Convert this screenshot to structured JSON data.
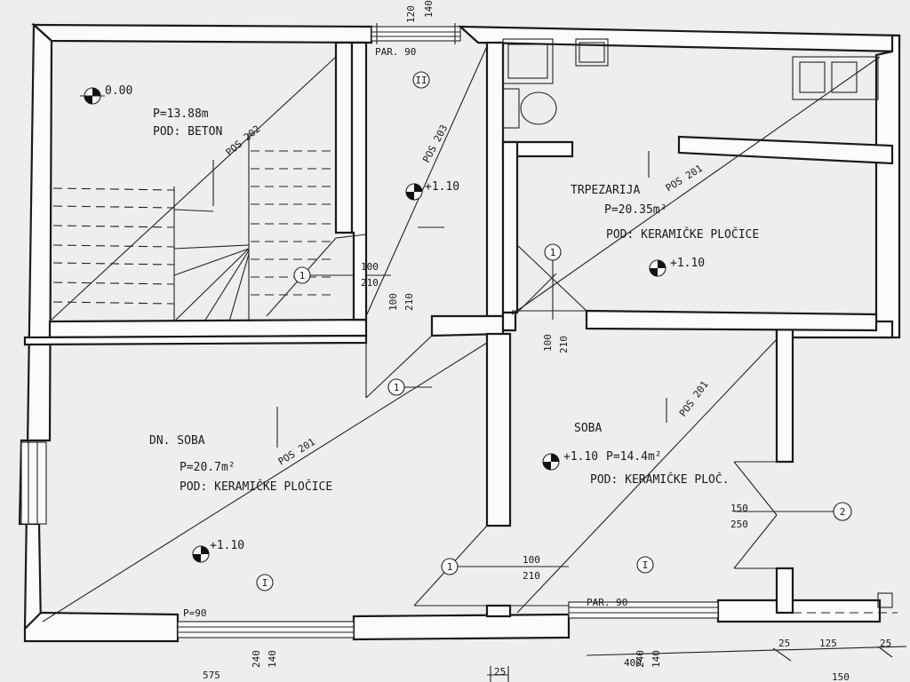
{
  "rooms": {
    "stair": {
      "level": "0.00",
      "area": "P=13.88m",
      "floor": "POD: BETON",
      "pos": "POS 202"
    },
    "hall": {
      "par": "PAR. 90",
      "axis": "II",
      "level": "+1.10",
      "pos": "POS 203",
      "door_w": "100",
      "door_h": "210"
    },
    "dining": {
      "name": "TRPEZARIJA",
      "area": "P=20.35m²",
      "floor": "POD: KERAMIČKE PLOČICE",
      "level": "+1.10",
      "pos": "POS 201"
    },
    "living": {
      "name": "DN. SOBA",
      "area": "P=20.7m²",
      "floor": "POD: KERAMIČKE PLOČICE",
      "level": "+1.10",
      "pos": "POS 201",
      "par": "P=90",
      "axis": "I"
    },
    "room": {
      "name": "SOBA",
      "area": "P=14.4m²",
      "floor": "POD: KERAMIČKE PLOČ.",
      "level": "+1.10",
      "pos": "POS 201",
      "par": "PAR. 90",
      "axis": "I"
    }
  },
  "doors": {
    "d1_w": "100",
    "d1_h": "210",
    "d2_w": "100",
    "d2_h": "210",
    "d3_w": "100",
    "d3_h": "210",
    "d4_w": "150",
    "d4_h": "250"
  },
  "marks": {
    "one": "1",
    "two": "2"
  },
  "dims": {
    "win_top": "120",
    "win_top2": "140",
    "win_l1": "240",
    "win_l2": "140",
    "win_r1": "240",
    "win_r2": "140",
    "bottom_575": "575",
    "bottom_25": "25",
    "bottom_400": "400",
    "r_25a": "25",
    "r_125": "125",
    "r_25b": "25",
    "r_150": "150"
  }
}
